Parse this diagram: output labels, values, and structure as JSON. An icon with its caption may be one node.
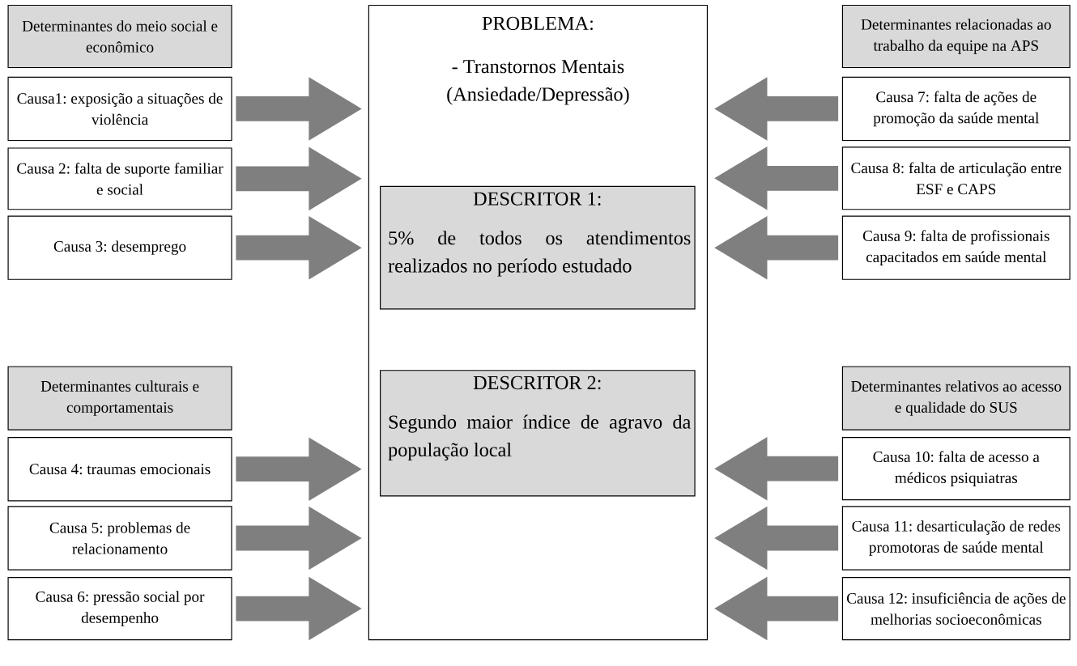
{
  "diagram": {
    "nodes": [
      {
        "text": [
          "Determinantes do meio social e econômico"
        ]
      },
      {
        "text": [
          "Causa1: exposição a situações de violência"
        ]
      },
      {
        "text": [
          "Causa 2: falta de suporte familiar e social"
        ]
      },
      {
        "text": [
          "Causa 3: desemprego"
        ]
      },
      {
        "text": [
          "Determinantes culturais e comportamentais"
        ]
      },
      {
        "text": [
          "Causa 4: traumas emocionais"
        ]
      },
      {
        "text": [
          "Causa 5: problemas de relacionamento"
        ]
      },
      {
        "text": [
          "Causa 6: pressão social por desempenho"
        ]
      },
      {
        "text": [
          "PROBLEMA:",
          "- Transtornos Mentais (Ansiedade/Depressão)"
        ]
      },
      {
        "text": [
          "DESCRITOR 1:",
          "5% de todos os atendimentos realizados no período estudado"
        ],
        "in": 8
      },
      {
        "text": [
          "DESCRITOR 2:",
          "Segundo maior índice de agravo da população local"
        ],
        "in": 8
      },
      {
        "text": [
          "Determinantes relacionadas ao trabalho da equipe na APS"
        ]
      },
      {
        "text": [
          "Causa 7: falta de ações de promoção da saúde mental"
        ]
      },
      {
        "text": [
          "Causa 8: falta de articulação entre ESF e CAPS"
        ]
      },
      {
        "text": [
          "Causa 9: falta de profissionais capacitados em saúde mental"
        ]
      },
      {
        "text": [
          "Determinantes relativos ao acesso e qualidade do SUS"
        ]
      },
      {
        "text": [
          "Causa 10: falta de acesso a médicos psiquiatras"
        ]
      },
      {
        "text": [
          "Causa 11: desarticulação de redes promotoras de saúde mental"
        ]
      },
      {
        "text": [
          "Causa 12: insuficiência de ações de melhorias socioeconômicas"
        ]
      }
    ],
    "edges": [
      {
        "from": 1,
        "to": 8,
        "arrow": "to"
      },
      {
        "from": 2,
        "to": 8,
        "arrow": "to"
      },
      {
        "from": 3,
        "to": 8,
        "arrow": "to"
      },
      {
        "from": 5,
        "to": 8,
        "arrow": "to"
      },
      {
        "from": 6,
        "to": 8,
        "arrow": "to"
      },
      {
        "from": 7,
        "to": 8,
        "arrow": "to"
      },
      {
        "from": 12,
        "to": 8,
        "arrow": "to"
      },
      {
        "from": 13,
        "to": 8,
        "arrow": "to"
      },
      {
        "from": 14,
        "to": 8,
        "arrow": "to"
      },
      {
        "from": 16,
        "to": 8,
        "arrow": "to"
      },
      {
        "from": 17,
        "to": 8,
        "arrow": "to"
      },
      {
        "from": 18,
        "to": 8,
        "arrow": "to"
      }
    ]
  }
}
